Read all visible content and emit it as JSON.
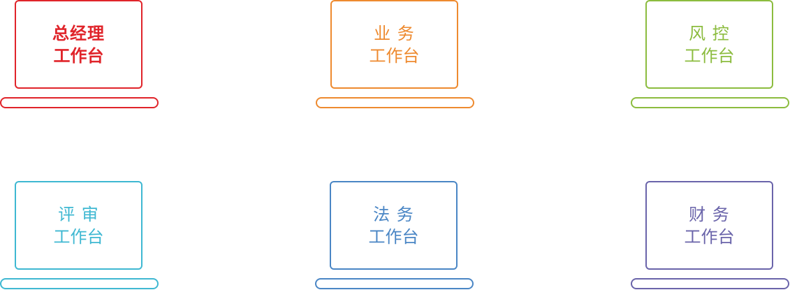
{
  "workbenches": {
    "gm": {
      "title": "总经理",
      "subtitle": "工作台",
      "color": "#e0242a"
    },
    "biz": {
      "title": "业 务",
      "subtitle": "工作台",
      "color": "#ee8a2f"
    },
    "risk": {
      "title": "风 控",
      "subtitle": "工作台",
      "color": "#8cbc3f"
    },
    "review": {
      "title": "评 审",
      "subtitle": "工作台",
      "color": "#3fb8d2"
    },
    "legal": {
      "title": "法 务",
      "subtitle": "工作台",
      "color": "#4a86c5"
    },
    "finance": {
      "title": "财 务",
      "subtitle": "工作台",
      "color": "#6a64aa"
    }
  }
}
